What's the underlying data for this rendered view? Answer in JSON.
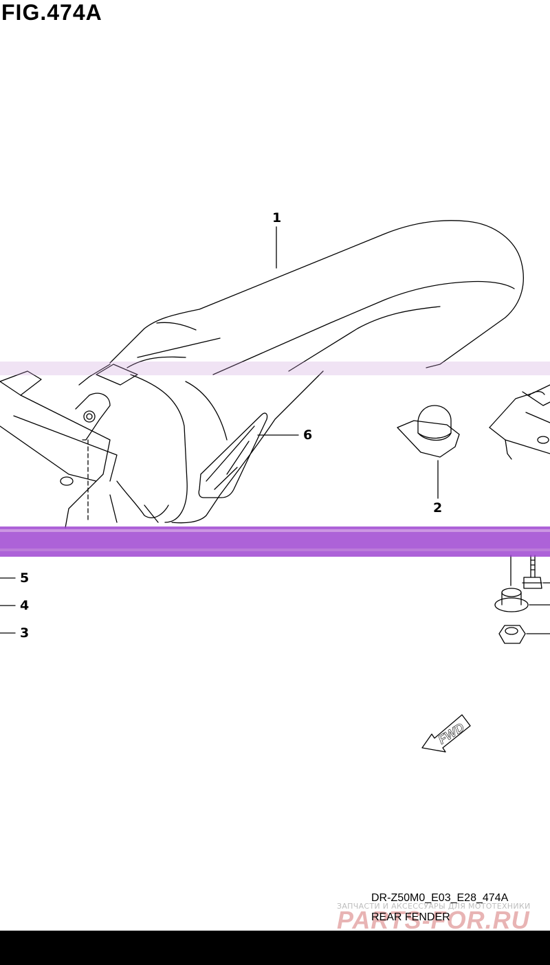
{
  "figure": {
    "title": "FIG.474A",
    "code": "DR-Z50M0_E03_E28_474A",
    "name": "REAR FENDER"
  },
  "callouts": [
    {
      "id": "1",
      "label": "1"
    },
    {
      "id": "2",
      "label": "2"
    },
    {
      "id": "3",
      "label": "3"
    },
    {
      "id": "4",
      "label": "4"
    },
    {
      "id": "5",
      "label": "5"
    },
    {
      "id": "6",
      "label": "6"
    }
  ],
  "direction_marker": "FWD",
  "watermark": {
    "text": "ЗАПЧАСТИ И АКСЕССУАРЫ ДЛЯ МОТОТЕХНИКИ",
    "logo": "PARTS-FOR.RU"
  },
  "colors": {
    "line": "#000000",
    "artifact_band": "#9b3fd0",
    "artifact_strip": "#c89ad8",
    "footer": "#000000"
  }
}
